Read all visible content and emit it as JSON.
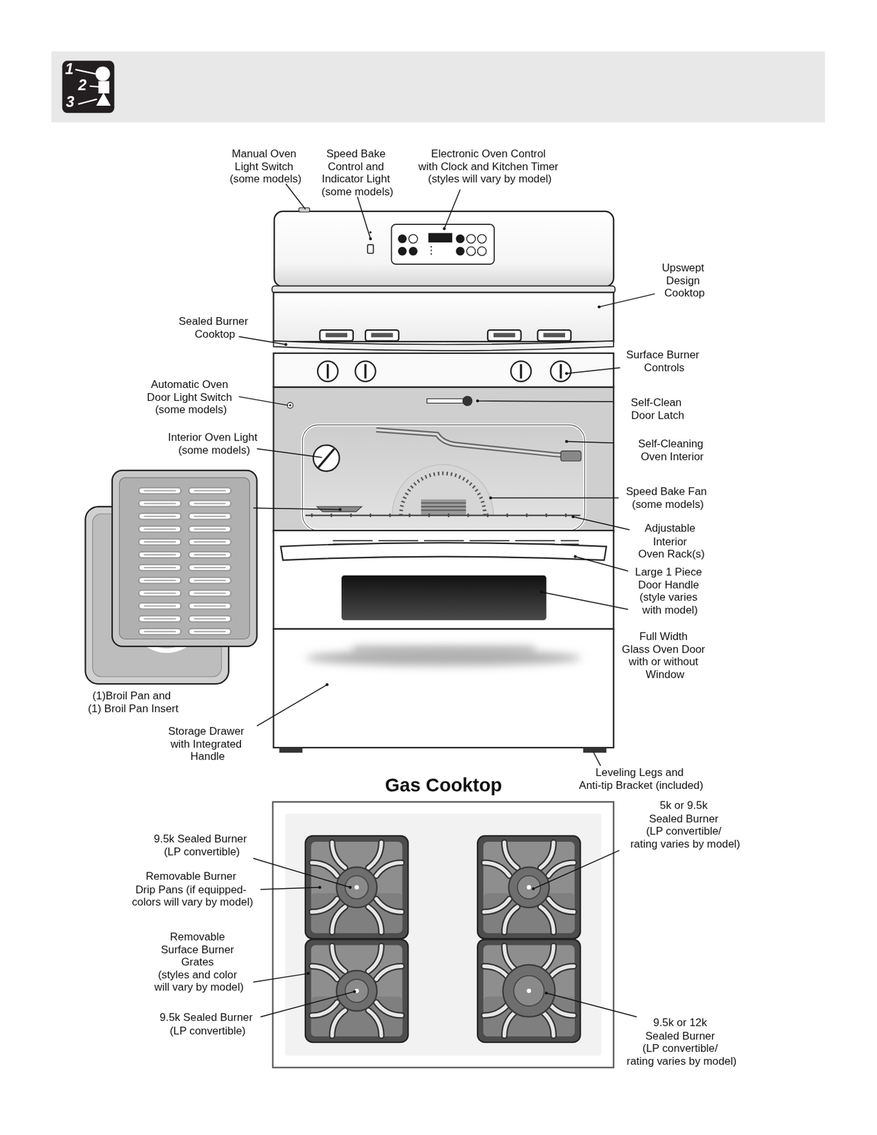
{
  "diagram": {
    "title": "Gas Cooktop",
    "labels": [
      "1",
      "2",
      "3",
      "Manual Oven Light Switch (some models)",
      "Speed Bake Control and Indicator Light (some models)",
      "Electronic Oven Control with Clock and Kitchen Timer (styles will vary by model)",
      "Upswept Design Cooktop",
      "Sealed Burner Cooktop",
      "Surface Burner Controls",
      "Automatic Oven Door Light Switch (some models)",
      "Self-Clean Door Latch",
      "Interior Oven Light (some models)",
      "Self-Cleaning Oven Interior",
      "Speed Bake Fan (some models)",
      "Adjustable Interior Oven Rack(s)",
      "Large 1 Piece Door Handle (style varies with model)",
      "Full Width Glass Oven Door with or without Window",
      "(1)Broil Pan and (1) Broil Pan Insert",
      "Storage Drawer with Integrated Handle",
      "Leveling Legs and Anti-tip Bracket (included)",
      "9.5k Sealed Burner (LP convertible)",
      "Removable Burner Drip Pans (if equipped- colors will vary by model)",
      "Removable Surface Burner Grates (styles and color will vary by model)",
      "9.5k Sealed Burner (LP convertible)",
      "5k or 9.5k Sealed Burner (LP convertible/ rating varies by model)",
      "9.5k or 12k Sealed Burner (LP convertible/ rating varies by model)"
    ]
  }
}
